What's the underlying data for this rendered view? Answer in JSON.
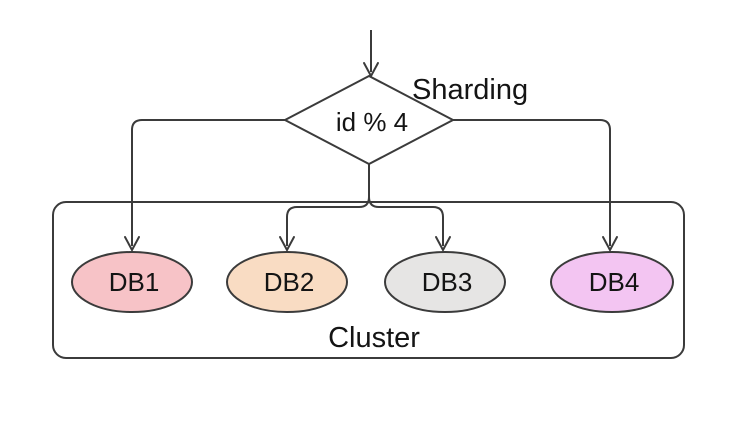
{
  "diagram": {
    "type": "flow-diagram",
    "annotation_label": "Sharding",
    "decision": {
      "label": "id % 4",
      "shape": "diamond"
    },
    "cluster": {
      "label": "Cluster",
      "shape": "rounded-rectangle"
    },
    "databases": [
      {
        "label": "DB1",
        "fill": "#f7c3c7"
      },
      {
        "label": "DB2",
        "fill": "#f9dcc3"
      },
      {
        "label": "DB3",
        "fill": "#e6e5e4"
      },
      {
        "label": "DB4",
        "fill": "#f3c5f2"
      }
    ],
    "edges": [
      {
        "from": "input",
        "to": "decision"
      },
      {
        "from": "decision",
        "to": "DB1"
      },
      {
        "from": "decision",
        "to": "DB2"
      },
      {
        "from": "decision",
        "to": "DB3"
      },
      {
        "from": "decision",
        "to": "DB4"
      }
    ],
    "colors": {
      "stroke": "#3b3b3b",
      "background": "#ffffff",
      "text": "#141414"
    }
  }
}
